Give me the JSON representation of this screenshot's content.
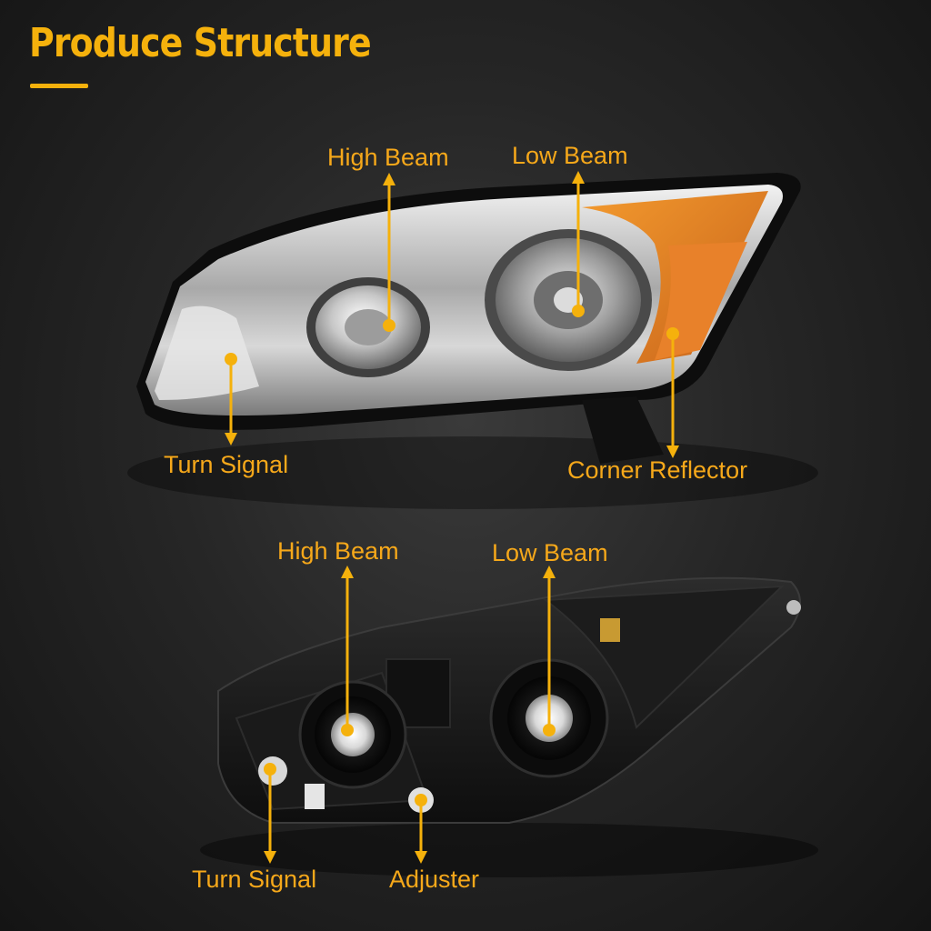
{
  "title": "Produce Structure",
  "accent_color": "#f5b10c",
  "front_view": {
    "labels": {
      "high_beam": "High Beam",
      "low_beam": "Low Beam",
      "turn_signal": "Turn Signal",
      "corner_reflector": "Corner Reflector"
    }
  },
  "rear_view": {
    "labels": {
      "high_beam": "High Beam",
      "low_beam": "Low Beam",
      "turn_signal": "Turn Signal",
      "adjuster": "Adjuster"
    }
  }
}
